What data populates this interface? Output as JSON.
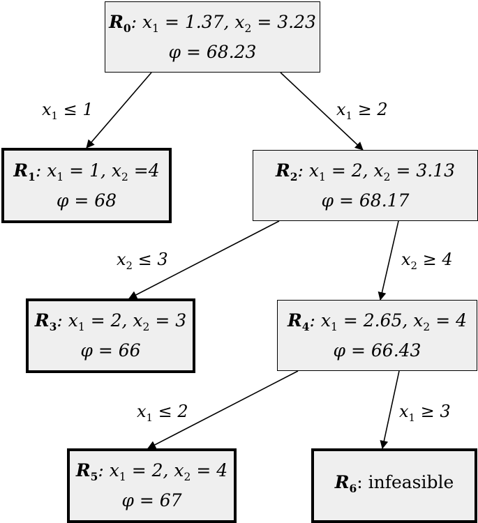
{
  "nodes": [
    {
      "id": "R0",
      "name": "R",
      "sub": "0",
      "line1": ": x₁ = 1.37, x₂ = 3.23",
      "line2": "φ = 68.23",
      "leaf": false
    },
    {
      "id": "R1",
      "name": "R",
      "sub": "1",
      "line1": ": x₁ = 1, x₂ =4",
      "line2": "φ = 68",
      "leaf": true
    },
    {
      "id": "R2",
      "name": "R",
      "sub": "2",
      "line1": ": x₁ = 2, x₂ = 3.13",
      "line2": "φ = 68.17",
      "leaf": false
    },
    {
      "id": "R3",
      "name": "R",
      "sub": "3",
      "line1": ": x₁ = 2, x₂ = 3",
      "line2": "φ = 66",
      "leaf": true
    },
    {
      "id": "R4",
      "name": "R",
      "sub": "4",
      "line1": ": x₁ = 2.65, x₂ = 4",
      "line2": "φ = 66.43",
      "leaf": false
    },
    {
      "id": "R5",
      "name": "R",
      "sub": "5",
      "line1": ": x₁ = 2, x₂ = 4",
      "line2": "φ = 67",
      "leaf": true
    },
    {
      "id": "R6",
      "name": "R",
      "sub": "6",
      "line1": ": infeasible",
      "line2": "",
      "leaf": true
    }
  ],
  "edges": [
    {
      "from": "R0",
      "to": "R1",
      "label": "x₁ ≤ 1"
    },
    {
      "from": "R0",
      "to": "R2",
      "label": "x₁ ≥ 2"
    },
    {
      "from": "R2",
      "to": "R3",
      "label": "x₂ ≤ 3"
    },
    {
      "from": "R2",
      "to": "R4",
      "label": "x₂ ≥ 4"
    },
    {
      "from": "R4",
      "to": "R5",
      "label": "x₁ ≤ 2"
    },
    {
      "from": "R4",
      "to": "R6",
      "label": "x₁ ≥ 3"
    }
  ]
}
